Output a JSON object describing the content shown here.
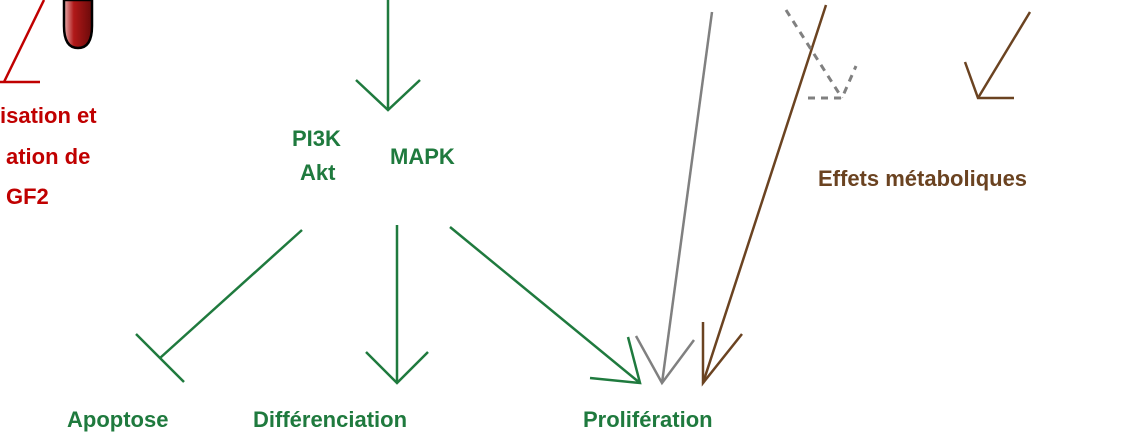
{
  "colors": {
    "red": "#c00000",
    "green": "#1f7a3e",
    "gray": "#808080",
    "brown": "#6b4321",
    "tube_fill": "#b01818"
  },
  "labels": {
    "igf2_line1": "isation et",
    "igf2_line2": "ation de",
    "igf2_line3": "GF2",
    "pi3k": "PI3K",
    "akt": "Akt",
    "mapk": "MAPK",
    "metabolic": "Effets métaboliques",
    "apoptosis": "Apoptose",
    "differentiation": "Différenciation",
    "proliferation": "Prolifération"
  }
}
